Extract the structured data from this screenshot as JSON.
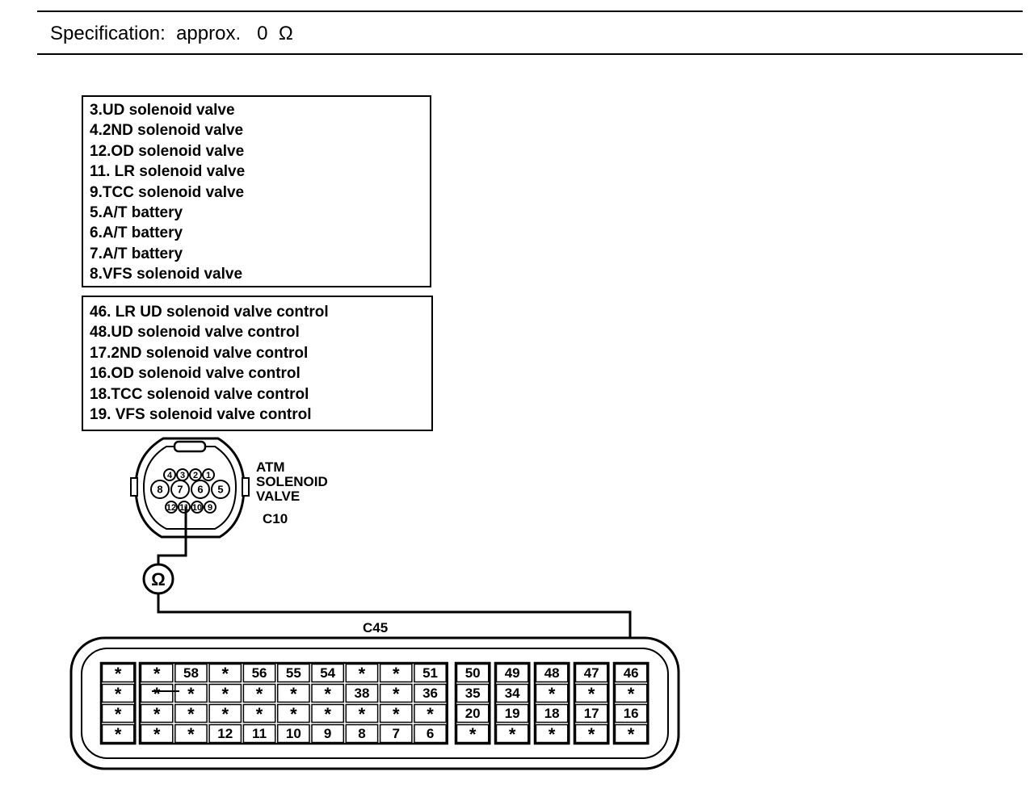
{
  "specification": "Specification:  approx.   0  Ω",
  "pcm_pins_box": [
    "3.UD solenoid valve",
    "4.2ND solenoid valve",
    "12.OD solenoid valve",
    "11. LR solenoid valve",
    "9.TCC solenoid valve",
    "5.A/T battery",
    "6.A/T battery",
    "7.A/T battery",
    "8.VFS solenoid valve"
  ],
  "control_pins_box": [
    "46. LR UD solenoid valve control",
    "48.UD solenoid valve control",
    "17.2ND solenoid valve control",
    "16.OD solenoid valve control",
    "18.TCC solenoid valve control",
    "19. VFS solenoid valve control"
  ],
  "solenoid_connector": {
    "label_lines": [
      "ATM",
      "SOLENOID",
      "VALVE"
    ],
    "code": "C10",
    "row1": [
      "4",
      "3",
      "2",
      "1"
    ],
    "row2": [
      "8",
      "7",
      "6",
      "5"
    ],
    "row3": [
      "12",
      "11",
      "10",
      "9"
    ],
    "probe_pin": "11"
  },
  "ohmmeter_symbol": "Ω",
  "pcm_connector": {
    "code": "C45",
    "groups": [
      {
        "rows": [
          [
            "*"
          ],
          [
            "*"
          ],
          [
            "*"
          ],
          [
            "*"
          ]
        ]
      },
      {
        "rows": [
          [
            "*",
            "58",
            "*",
            "56",
            "55",
            "54",
            "*",
            "*",
            "51"
          ],
          [
            "*",
            "*",
            "*",
            "*",
            "*",
            "*",
            "38",
            "*",
            "36"
          ],
          [
            "*",
            "*",
            "*",
            "*",
            "*",
            "*",
            "*",
            "*",
            "*"
          ],
          [
            "*",
            "*",
            "12",
            "11",
            "10",
            "9",
            "8",
            "7",
            "6"
          ]
        ]
      },
      {
        "rows": [
          [
            "50"
          ],
          [
            "35"
          ],
          [
            "20"
          ],
          [
            "*"
          ]
        ]
      },
      {
        "rows": [
          [
            "49"
          ],
          [
            "34"
          ],
          [
            "19"
          ],
          [
            "*"
          ]
        ]
      },
      {
        "rows": [
          [
            "48"
          ],
          [
            "*"
          ],
          [
            "18"
          ],
          [
            "*"
          ]
        ]
      },
      {
        "rows": [
          [
            "47"
          ],
          [
            "*"
          ],
          [
            "17"
          ],
          [
            "*"
          ]
        ]
      },
      {
        "rows": [
          [
            "46"
          ],
          [
            "*"
          ],
          [
            "16"
          ],
          [
            "*"
          ]
        ]
      }
    ],
    "probe_pin": "46"
  }
}
